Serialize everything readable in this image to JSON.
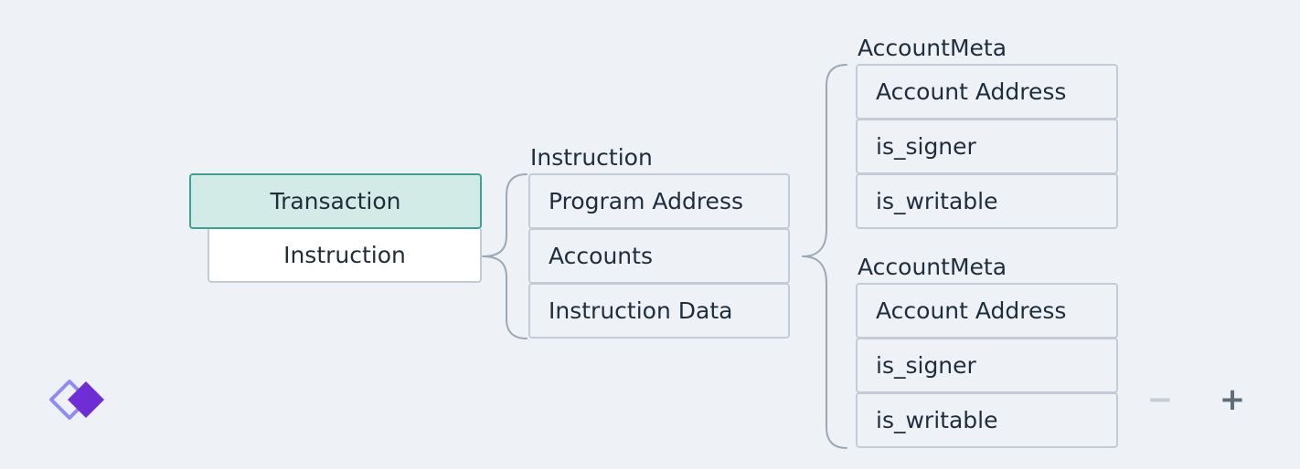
{
  "root": {
    "title": "Transaction",
    "child": "Instruction"
  },
  "instruction": {
    "heading": "Instruction",
    "items": [
      "Program Address",
      "Accounts",
      "Instruction Data"
    ]
  },
  "account_metas": [
    {
      "heading": "AccountMeta",
      "items": [
        "Account Address",
        "is_signer",
        "is_writable"
      ]
    },
    {
      "heading": "AccountMeta",
      "items": [
        "Account Address",
        "is_signer",
        "is_writable"
      ]
    }
  ],
  "zoom": {
    "out_label": "−",
    "in_label": "+"
  },
  "colors": {
    "background": "#eef2f7",
    "root_fill": "#d2ebe6",
    "root_border": "#3aa394",
    "logo_primary": "#6d2ed6",
    "logo_secondary": "#8f8df3"
  }
}
